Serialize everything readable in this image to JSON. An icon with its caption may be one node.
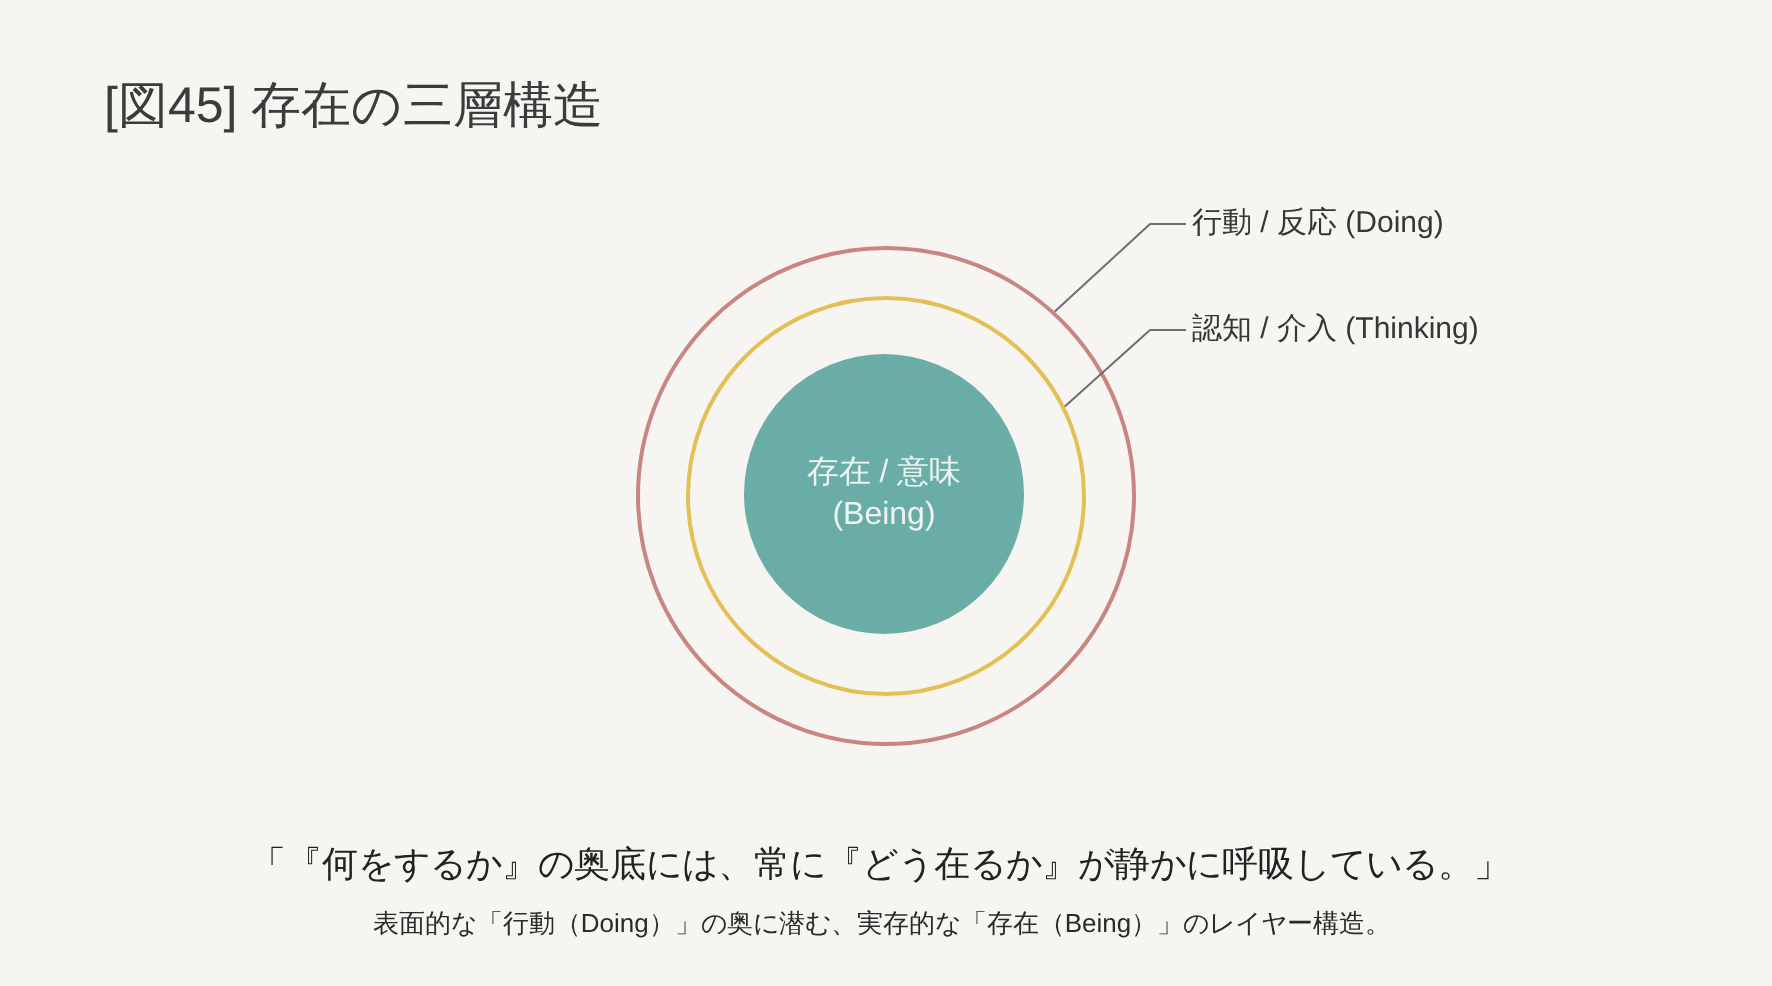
{
  "diagram": {
    "title": "[図45] 存在の三層構造",
    "caption": "「『何をするか』の奥底には、常に『どう在るか』が静かに呼吸している。」",
    "nodes": [
      {
        "text": [],
        "shape": "circle"
      },
      {
        "text": [],
        "shape": "circle",
        "in": 0
      },
      {
        "text": [
          "存在 / 意味 (Being)"
        ],
        "in": 1
      },
      {
        "text": [
          "行動 / 反応 (Doing)"
        ]
      },
      {
        "text": [
          "認知 / 介入 (Thinking)"
        ]
      }
    ],
    "edges": [
      {
        "from": 3,
        "to": 0,
        "arrow": "none"
      },
      {
        "from": 4,
        "to": 1,
        "arrow": "none"
      }
    ],
    "labels": [
      "表面的な「行動（Doing）」の奥に潜む、実存的な「存在（Being）」のレイヤー構造。"
    ]
  }
}
